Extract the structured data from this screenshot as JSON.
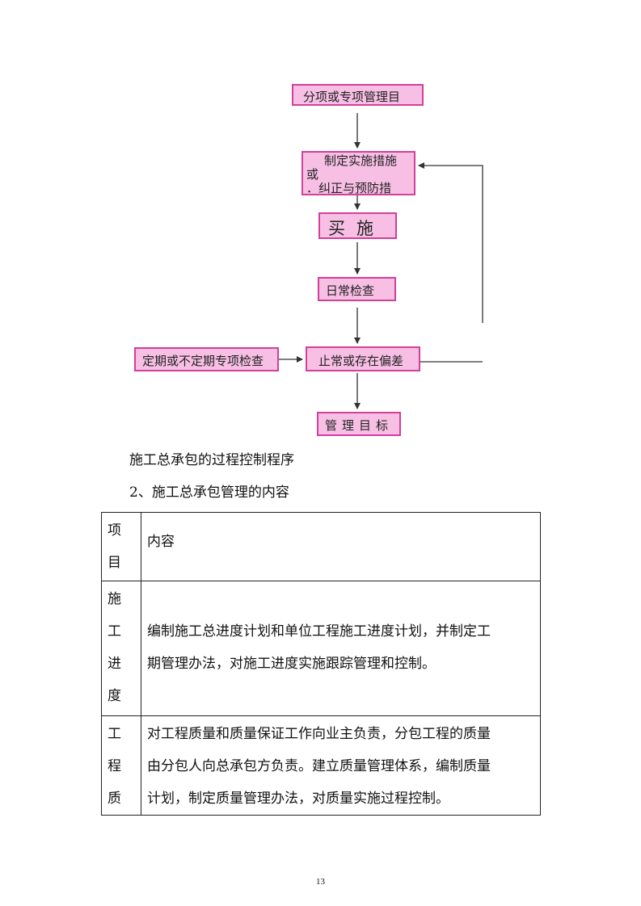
{
  "flowchart": {
    "box_target": "分项或专项管理目",
    "box_measures_line1": "制定实施措施",
    "box_measures_line2": "或",
    "box_measures_line3": "．纠正与预防措",
    "box_implement": "买施",
    "box_daily_check": "日常检查",
    "box_deviation": "止常或存在偏差",
    "box_periodic_check": "定期或不定期专项检查",
    "box_management_target": "管理目标",
    "colors": {
      "box_fill": "#f7bfe4",
      "box_border": "#d1409a",
      "arrow": "#333333"
    }
  },
  "caption": "施工总承包的过程控制程序",
  "section_heading": "2、施工总承包管理的内容",
  "table": {
    "header": {
      "item": [
        "项",
        "目"
      ],
      "content": "内容"
    },
    "rows": [
      {
        "item": [
          "施",
          "工",
          "进",
          "度"
        ],
        "content_lines": [
          "编制施工总进度计划和单位工程施工进度计划，并制定工",
          "期管理办法，对施工进度实施跟踪管理和控制。"
        ]
      },
      {
        "item": [
          "工",
          "程",
          "质"
        ],
        "content_lines": [
          "对工程质量和质量保证工作向业主负责，分包工程的质量",
          "由分包人向总承包方负责。建立质量管理体系，编制质量",
          "计划，制定质量管理办法，对质量实施过程控制。"
        ]
      }
    ]
  },
  "page_number": "13"
}
